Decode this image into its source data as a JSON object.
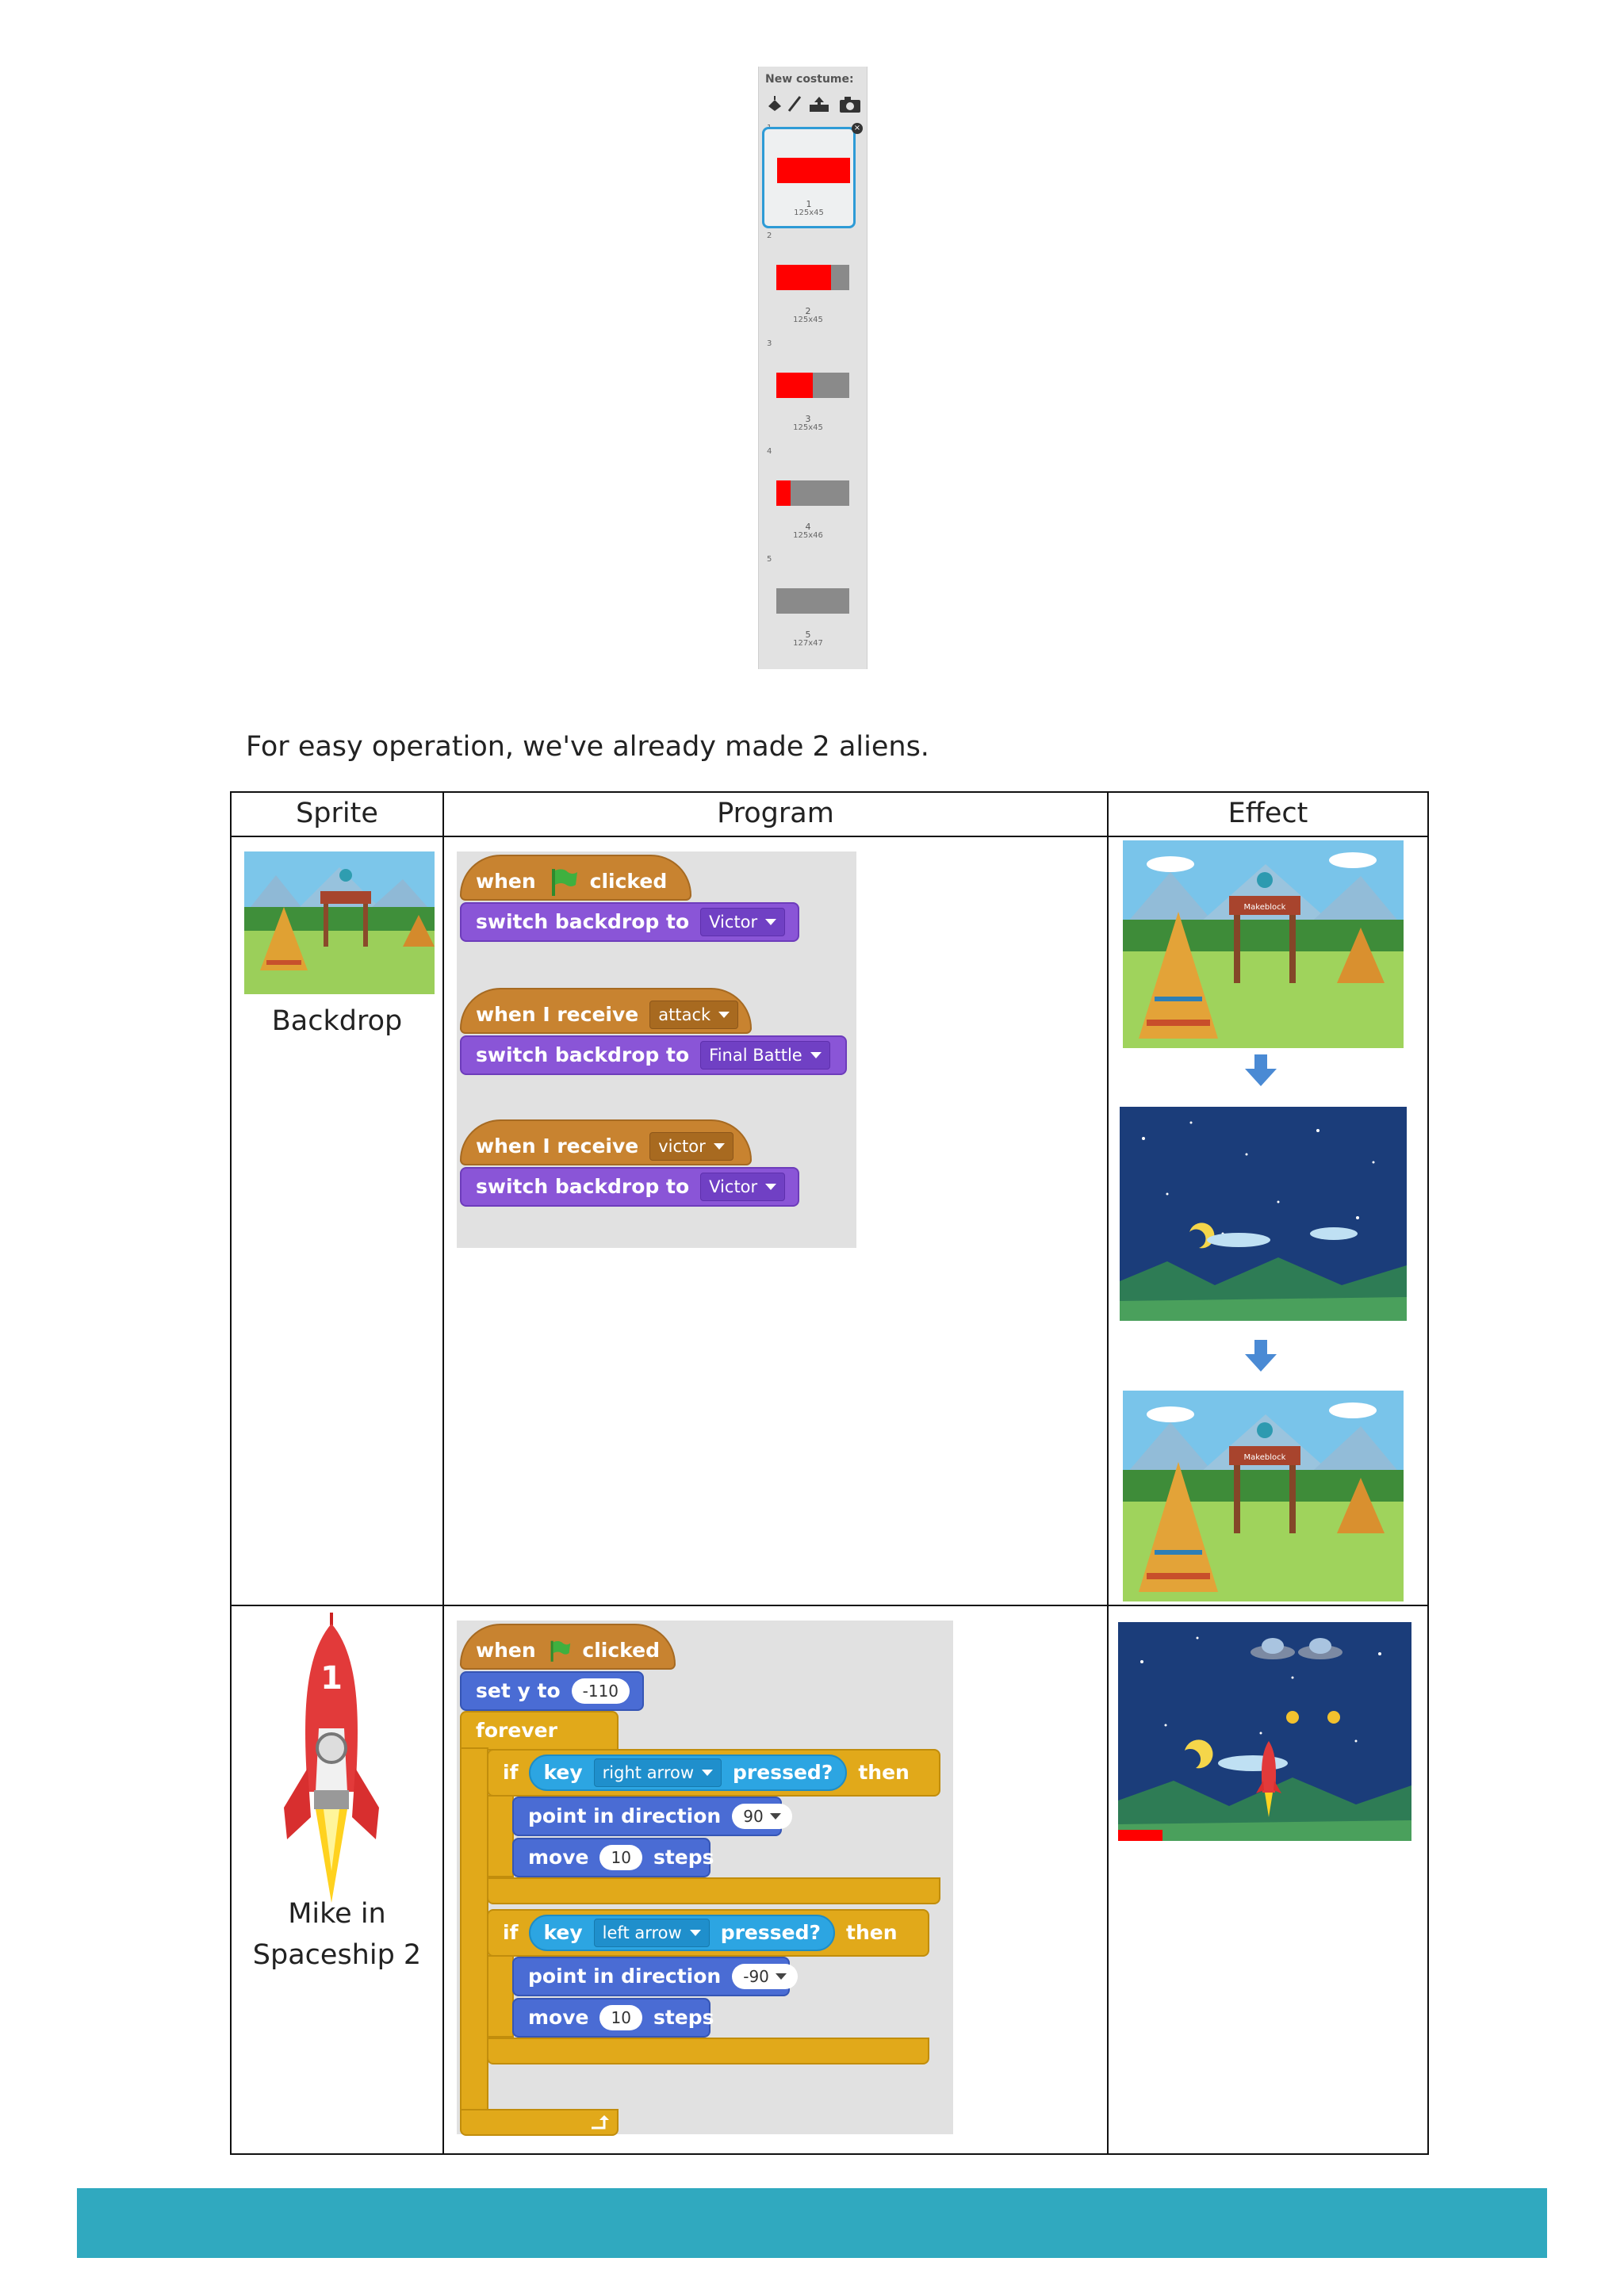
{
  "costume_panel": {
    "title": "New costume:",
    "tool_icons": [
      "paint-icon",
      "brush-icon",
      "upload-icon",
      "camera-icon"
    ],
    "costumes": [
      {
        "index": "1",
        "name": "1",
        "size": "125x45",
        "fill": 1.0,
        "selected": true
      },
      {
        "index": "2",
        "name": "2",
        "size": "125x45",
        "fill": 0.75
      },
      {
        "index": "3",
        "name": "3",
        "size": "125x45",
        "fill": 0.5
      },
      {
        "index": "4",
        "name": "4",
        "size": "125x46",
        "fill": 0.2
      },
      {
        "index": "5",
        "name": "5",
        "size": "127x47",
        "fill": 0.0
      }
    ]
  },
  "intro_text": "For easy operation, we've already made 2 aliens.",
  "table": {
    "headers": [
      "Sprite",
      "Program",
      "Effect"
    ],
    "rows": [
      {
        "sprite_name": "Backdrop",
        "scripts": [
          {
            "hat": {
              "pre": "when",
              "post": "clicked"
            },
            "action": {
              "text": "switch backdrop to",
              "value": "Victor"
            }
          },
          {
            "hat": {
              "pre": "when I receive",
              "value": "attack"
            },
            "action": {
              "text": "switch backdrop to",
              "value": "Final Battle"
            }
          },
          {
            "hat": {
              "pre": "when I receive",
              "value": "victor"
            },
            "action": {
              "text": "switch backdrop to",
              "value": "Victor"
            }
          }
        ],
        "sign_text": "Makeblock"
      },
      {
        "sprite_name": "Mike in Spaceship 2",
        "script": {
          "hat_pre": "when",
          "hat_post": "clicked",
          "set_y": {
            "text": "set y to",
            "value": "-110"
          },
          "forever": "forever",
          "if_blocks": [
            {
              "if": "if",
              "key": "key",
              "key_value": "right arrow",
              "pressed": "pressed?",
              "then": "then",
              "point": {
                "text": "point in direction",
                "value": "90"
              },
              "move": {
                "pre": "move",
                "value": "10",
                "post": "steps"
              }
            },
            {
              "if": "if",
              "key": "key",
              "key_value": "left arrow",
              "pressed": "pressed?",
              "then": "then",
              "point": {
                "text": "point in direction",
                "value": "-90"
              },
              "move": {
                "pre": "move",
                "value": "10",
                "post": "steps"
              }
            }
          ]
        }
      }
    ]
  },
  "colors": {
    "event": "#c88330",
    "looks": "#8a55d7",
    "motion": "#4a6cd4",
    "control": "#e1a91a",
    "sensing": "#2ca5e2",
    "footer": "#30a9bf",
    "health": "#ff0000"
  }
}
